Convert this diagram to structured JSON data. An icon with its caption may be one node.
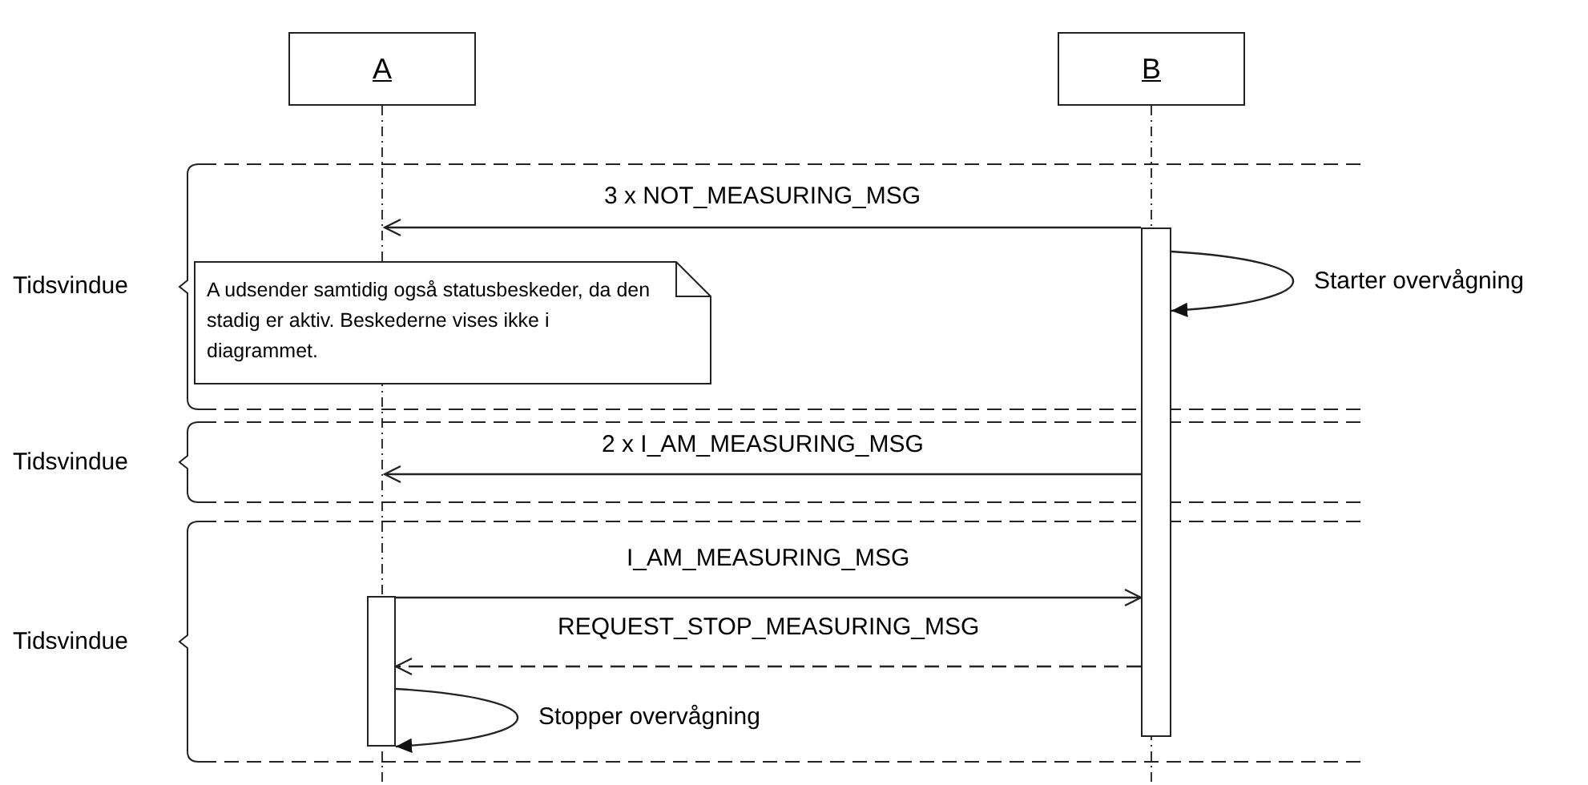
{
  "diagram": {
    "nodes": [
      {
        "text": [
          "A"
        ]
      },
      {
        "text": [
          "B"
        ]
      },
      {
        "text": [],
        "shape": "line"
      },
      {
        "text": [],
        "shape": "line"
      },
      {
        "text": [
          "Tidsvindue"
        ]
      },
      {
        "text": [
          "A udsender samtidig også statusbeskeder, da den stadig er aktiv. Beskederne vises ikke i diagrammet."
        ]
      },
      {
        "text": [],
        "shape": "bar"
      },
      {
        "text": [
          "Tidsvindue"
        ]
      },
      {
        "text": [
          "Tidsvindue"
        ]
      },
      {
        "text": [],
        "shape": "bar"
      }
    ],
    "edges": [
      {
        "from": 6,
        "to": 2,
        "arrow": "to",
        "label": "3 x NOT_MEASURING_MSG"
      },
      {
        "from": 6,
        "to": 6,
        "arrow": "to",
        "label": "Starter overvågning"
      },
      {
        "from": 6,
        "to": 2,
        "arrow": "to",
        "label": "2 x I_AM_MEASURING_MSG"
      },
      {
        "from": 9,
        "to": 6,
        "arrow": "to",
        "label": "I_AM_MEASURING_MSG"
      },
      {
        "from": 6,
        "to": 9,
        "arrow": "to",
        "label": "REQUEST_STOP_MEASURING_MSG",
        "style": "dashed"
      },
      {
        "from": 9,
        "to": 9,
        "arrow": "to",
        "label": "Stopper overvågning"
      }
    ]
  }
}
